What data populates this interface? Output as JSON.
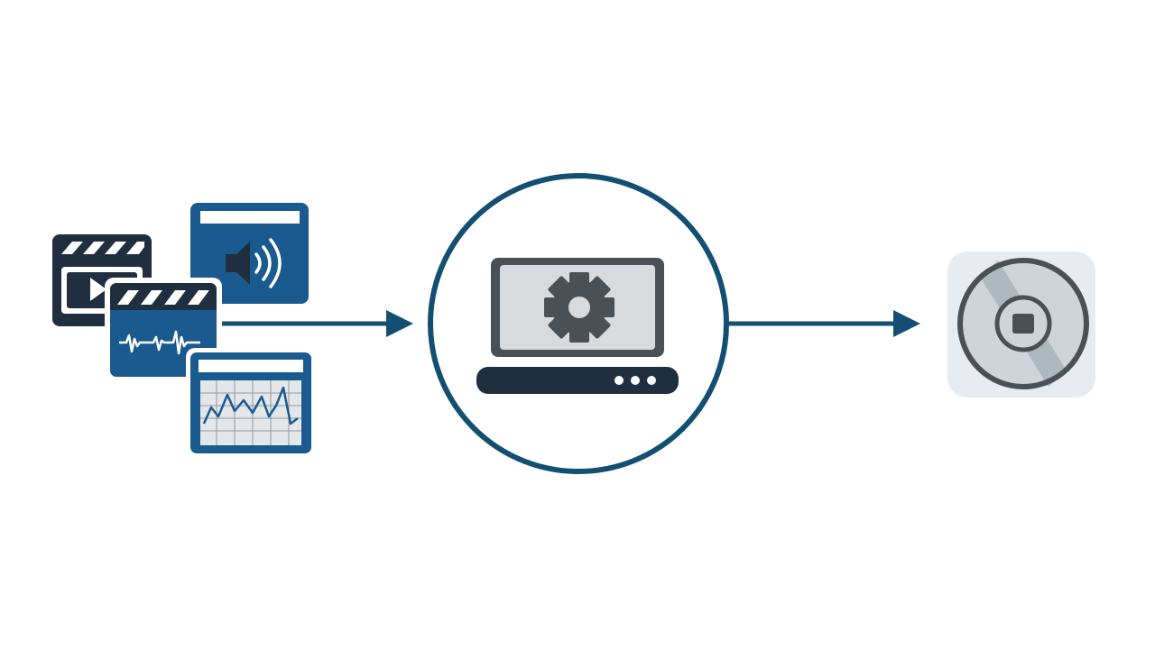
{
  "colors": {
    "navy": "#1f2f3f",
    "blue": "#1b5a8e",
    "teal": "#134f72",
    "gray": "#4a5055",
    "screen": "#d8dadd",
    "disc_tile": "#e8ecf1",
    "disc_face": "#cfd4da",
    "white": "#ffffff"
  },
  "diagram": {
    "type": "flow",
    "flow": "left-to-right",
    "nodes": [
      {
        "id": "input-media",
        "icons": [
          "video-clapperboard-icon",
          "audio-speaker-icon",
          "audio-clapperboard-icon",
          "data-chart-icon"
        ]
      },
      {
        "id": "processing",
        "icons": [
          "laptop-gear-icon"
        ]
      },
      {
        "id": "output",
        "icons": [
          "disc-icon"
        ]
      }
    ],
    "edges": [
      {
        "from": "input-media",
        "to": "processing"
      },
      {
        "from": "processing",
        "to": "output"
      }
    ]
  }
}
